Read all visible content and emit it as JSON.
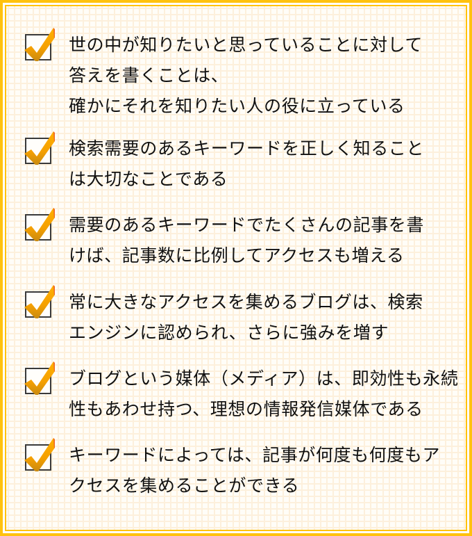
{
  "colors": {
    "border": "#FFC20E",
    "grid_line": "#FDF0DC",
    "grid_bg": "#FFFDF8",
    "check": "#F7A600",
    "text": "#111111"
  },
  "checklist": {
    "check_icon": "orange-checkmark-in-box",
    "items": [
      {
        "lines": [
          "世の中が知りたいと思っていることに対して",
          "答えを書くことは、",
          "確かにそれを知りたい人の役に立っている"
        ]
      },
      {
        "lines": [
          "検索需要のあるキーワードを正しく知ること",
          "は大切なことである"
        ]
      },
      {
        "lines": [
          "需要のあるキーワードでたくさんの記事を書",
          "けば、記事数に比例してアクセスも増える"
        ]
      },
      {
        "lines": [
          "常に大きなアクセスを集めるブログは、検索",
          "エンジンに認められ、さらに強みを増す"
        ]
      },
      {
        "lines": [
          "ブログという媒体（メディア）は、即効性も永続",
          "性もあわせ持つ、理想の情報発信媒体である"
        ]
      },
      {
        "lines": [
          "キーワードによっては、記事が何度も何度もア",
          "クセスを集めることができる"
        ]
      }
    ]
  }
}
